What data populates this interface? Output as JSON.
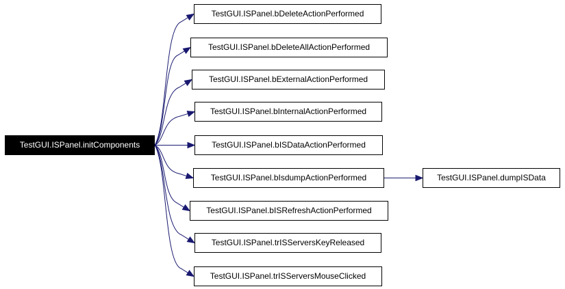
{
  "colors": {
    "edge": "#191970",
    "root_fill": "#000000",
    "root_text": "#ffffff",
    "node_fill": "#ffffff",
    "node_border": "#000000"
  },
  "nodes": {
    "root": "TestGUI.ISPanel.initComponents",
    "delete": "TestGUI.ISPanel.bDeleteActionPerformed",
    "delete_all": "TestGUI.ISPanel.bDeleteAllActionPerformed",
    "external": "TestGUI.ISPanel.bExternalActionPerformed",
    "internal": "TestGUI.ISPanel.bInternalActionPerformed",
    "is_data": "TestGUI.ISPanel.bISDataActionPerformed",
    "isdump": "TestGUI.ISPanel.bIsdumpActionPerformed",
    "dump_is_data": "TestGUI.ISPanel.dumpISData",
    "refresh": "TestGUI.ISPanel.bISRefreshActionPerformed",
    "key_released": "TestGUI.ISPanel.trISServersKeyReleased",
    "mouse_clicked": "TestGUI.ISPanel.trISServersMouseClicked"
  },
  "edges": [
    [
      "root",
      "delete"
    ],
    [
      "root",
      "delete_all"
    ],
    [
      "root",
      "external"
    ],
    [
      "root",
      "internal"
    ],
    [
      "root",
      "is_data"
    ],
    [
      "root",
      "isdump"
    ],
    [
      "root",
      "refresh"
    ],
    [
      "root",
      "key_released"
    ],
    [
      "root",
      "mouse_clicked"
    ],
    [
      "isdump",
      "dump_is_data"
    ]
  ]
}
